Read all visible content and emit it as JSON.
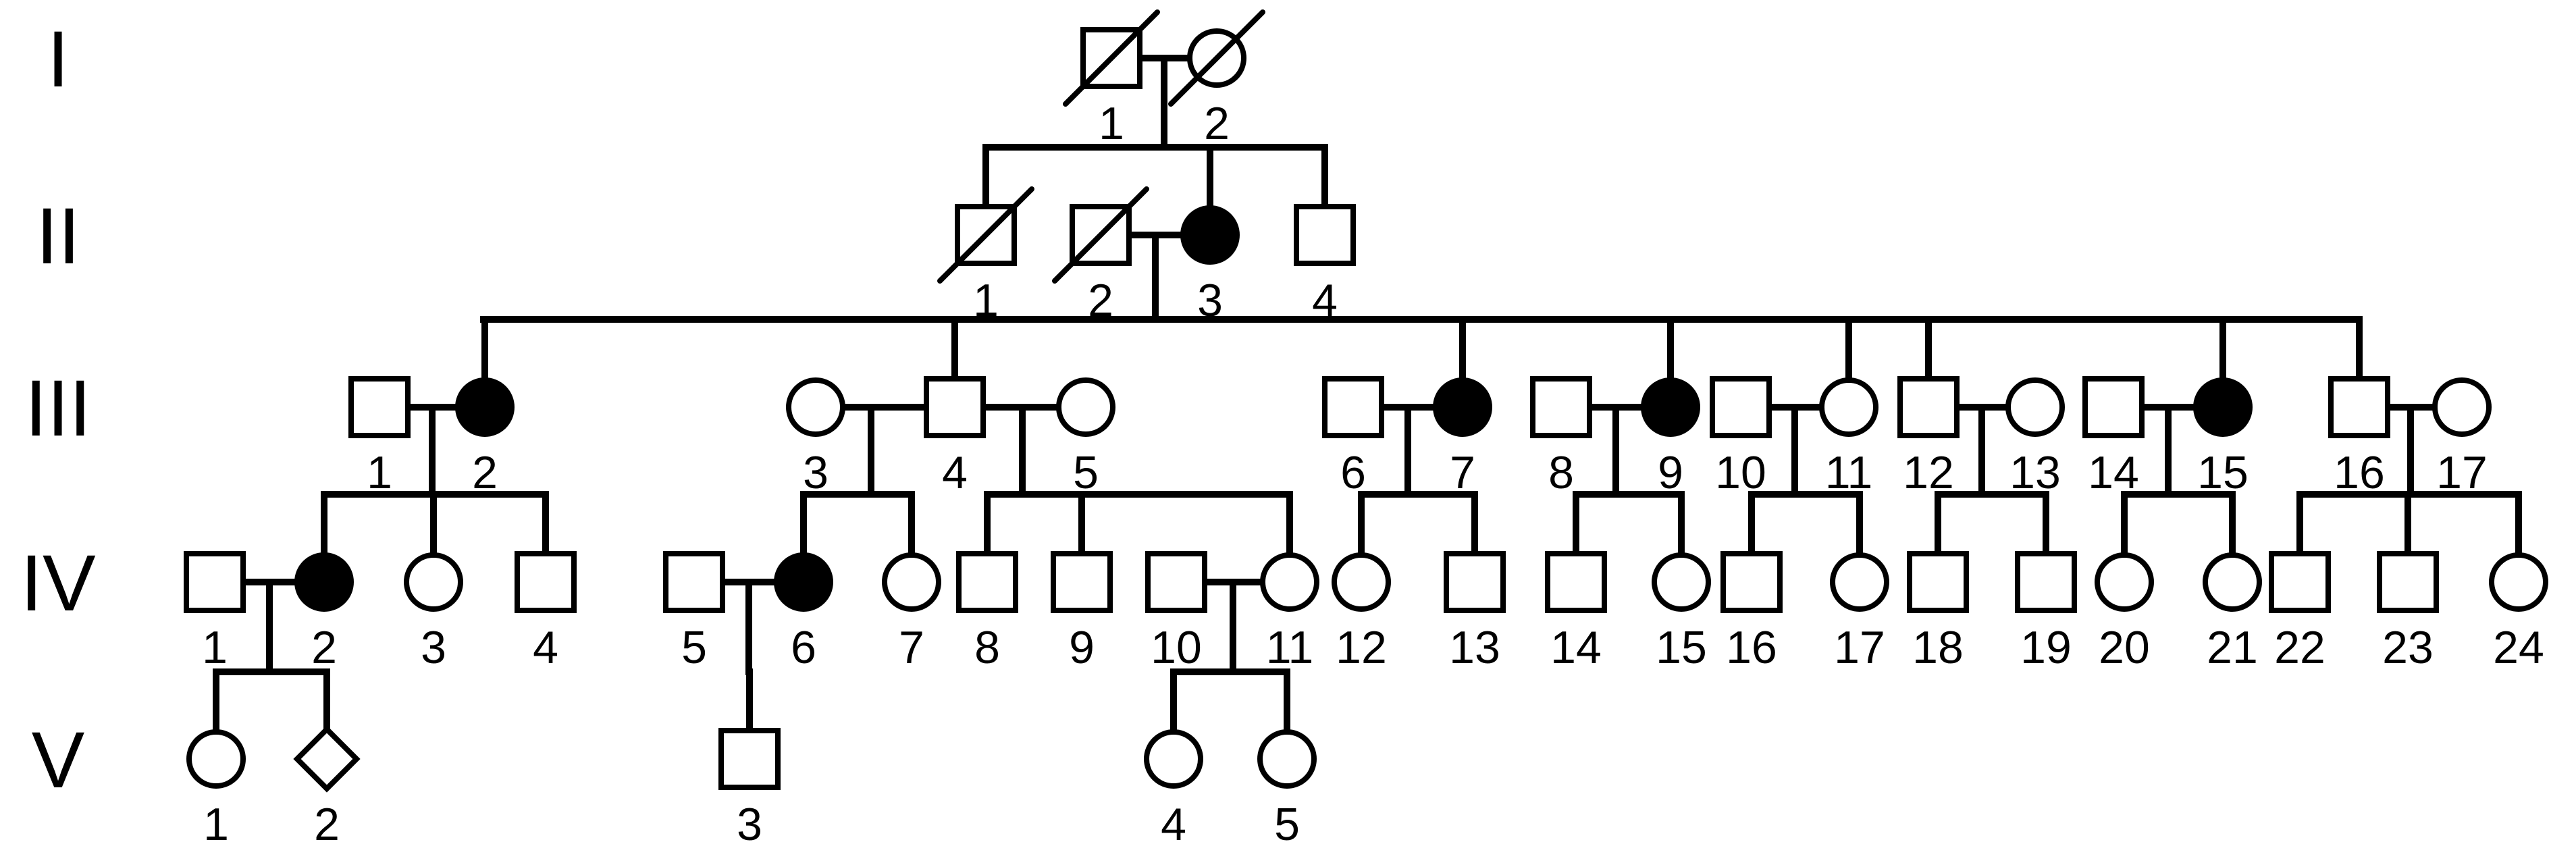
{
  "generations": [
    "I",
    "II",
    "III",
    "IV",
    "V"
  ],
  "individuals": [
    {
      "id": "I-1",
      "gen": 0,
      "label": "1",
      "sex": "male",
      "affected": false,
      "deceased": true
    },
    {
      "id": "I-2",
      "gen": 0,
      "label": "2",
      "sex": "female",
      "affected": false,
      "deceased": true
    },
    {
      "id": "II-1",
      "gen": 1,
      "label": "1",
      "sex": "male",
      "affected": false,
      "deceased": true
    },
    {
      "id": "II-2",
      "gen": 1,
      "label": "2",
      "sex": "male",
      "affected": false,
      "deceased": true
    },
    {
      "id": "II-3",
      "gen": 1,
      "label": "3",
      "sex": "female",
      "affected": true,
      "deceased": false
    },
    {
      "id": "II-4",
      "gen": 1,
      "label": "4",
      "sex": "male",
      "affected": false,
      "deceased": false
    },
    {
      "id": "III-1",
      "gen": 2,
      "label": "1",
      "sex": "male",
      "affected": false
    },
    {
      "id": "III-2",
      "gen": 2,
      "label": "2",
      "sex": "female",
      "affected": true
    },
    {
      "id": "III-3",
      "gen": 2,
      "label": "3",
      "sex": "female",
      "affected": false
    },
    {
      "id": "III-4",
      "gen": 2,
      "label": "4",
      "sex": "male",
      "affected": false
    },
    {
      "id": "III-5",
      "gen": 2,
      "label": "5",
      "sex": "female",
      "affected": false
    },
    {
      "id": "III-6",
      "gen": 2,
      "label": "6",
      "sex": "male",
      "affected": false
    },
    {
      "id": "III-7",
      "gen": 2,
      "label": "7",
      "sex": "female",
      "affected": true
    },
    {
      "id": "III-8",
      "gen": 2,
      "label": "8",
      "sex": "male",
      "affected": false
    },
    {
      "id": "III-9",
      "gen": 2,
      "label": "9",
      "sex": "female",
      "affected": true
    },
    {
      "id": "III-10",
      "gen": 2,
      "label": "10",
      "sex": "male",
      "affected": false
    },
    {
      "id": "III-11",
      "gen": 2,
      "label": "11",
      "sex": "female",
      "affected": false
    },
    {
      "id": "III-12",
      "gen": 2,
      "label": "12",
      "sex": "male",
      "affected": false
    },
    {
      "id": "III-13",
      "gen": 2,
      "label": "13",
      "sex": "female",
      "affected": false
    },
    {
      "id": "III-14",
      "gen": 2,
      "label": "14",
      "sex": "male",
      "affected": false
    },
    {
      "id": "III-15",
      "gen": 2,
      "label": "15",
      "sex": "female",
      "affected": true
    },
    {
      "id": "III-16",
      "gen": 2,
      "label": "16",
      "sex": "male",
      "affected": false
    },
    {
      "id": "III-17",
      "gen": 2,
      "label": "17",
      "sex": "female",
      "affected": false
    },
    {
      "id": "IV-1",
      "gen": 3,
      "label": "1",
      "sex": "male",
      "affected": false
    },
    {
      "id": "IV-2",
      "gen": 3,
      "label": "2",
      "sex": "female",
      "affected": true
    },
    {
      "id": "IV-3",
      "gen": 3,
      "label": "3",
      "sex": "female",
      "affected": false
    },
    {
      "id": "IV-4",
      "gen": 3,
      "label": "4",
      "sex": "male",
      "affected": false
    },
    {
      "id": "IV-5",
      "gen": 3,
      "label": "5",
      "sex": "male",
      "affected": false
    },
    {
      "id": "IV-6",
      "gen": 3,
      "label": "6",
      "sex": "female",
      "affected": true
    },
    {
      "id": "IV-7",
      "gen": 3,
      "label": "7",
      "sex": "female",
      "affected": false
    },
    {
      "id": "IV-8",
      "gen": 3,
      "label": "8",
      "sex": "male",
      "affected": false
    },
    {
      "id": "IV-9",
      "gen": 3,
      "label": "9",
      "sex": "male",
      "affected": false
    },
    {
      "id": "IV-10",
      "gen": 3,
      "label": "10",
      "sex": "male",
      "affected": false
    },
    {
      "id": "IV-11",
      "gen": 3,
      "label": "11",
      "sex": "female",
      "affected": false
    },
    {
      "id": "IV-12",
      "gen": 3,
      "label": "12",
      "sex": "female",
      "affected": false
    },
    {
      "id": "IV-13",
      "gen": 3,
      "label": "13",
      "sex": "male",
      "affected": false
    },
    {
      "id": "IV-14",
      "gen": 3,
      "label": "14",
      "sex": "male",
      "affected": false
    },
    {
      "id": "IV-15",
      "gen": 3,
      "label": "15",
      "sex": "female",
      "affected": false
    },
    {
      "id": "IV-16",
      "gen": 3,
      "label": "16",
      "sex": "male",
      "affected": false
    },
    {
      "id": "IV-17",
      "gen": 3,
      "label": "17",
      "sex": "female",
      "affected": false
    },
    {
      "id": "IV-18",
      "gen": 3,
      "label": "18",
      "sex": "male",
      "affected": false
    },
    {
      "id": "IV-19",
      "gen": 3,
      "label": "19",
      "sex": "male",
      "affected": false
    },
    {
      "id": "IV-20",
      "gen": 3,
      "label": "20",
      "sex": "female",
      "affected": false
    },
    {
      "id": "IV-21",
      "gen": 3,
      "label": "21",
      "sex": "female",
      "affected": false
    },
    {
      "id": "IV-22",
      "gen": 3,
      "label": "22",
      "sex": "male",
      "affected": false
    },
    {
      "id": "IV-23",
      "gen": 3,
      "label": "23",
      "sex": "male",
      "affected": false
    },
    {
      "id": "IV-24",
      "gen": 3,
      "label": "24",
      "sex": "female",
      "affected": false
    },
    {
      "id": "V-1",
      "gen": 4,
      "label": "1",
      "sex": "female",
      "affected": false
    },
    {
      "id": "V-2",
      "gen": 4,
      "label": "2",
      "sex": "unknown",
      "affected": false
    },
    {
      "id": "V-3",
      "gen": 4,
      "label": "3",
      "sex": "male",
      "affected": false
    },
    {
      "id": "V-4",
      "gen": 4,
      "label": "4",
      "sex": "female",
      "affected": false
    },
    {
      "id": "V-5",
      "gen": 4,
      "label": "5",
      "sex": "female",
      "affected": false
    }
  ],
  "couples": [
    {
      "partners": [
        "I-1",
        "I-2"
      ],
      "children": [
        "II-1",
        "II-3",
        "II-4"
      ]
    },
    {
      "partners": [
        "II-2",
        "II-3"
      ],
      "children": [
        "III-2",
        "III-4",
        "III-7",
        "III-9",
        "III-11",
        "III-12",
        "III-15",
        "III-16"
      ]
    },
    {
      "partners": [
        "III-1",
        "III-2"
      ],
      "children": [
        "IV-2",
        "IV-3",
        "IV-4"
      ]
    },
    {
      "partners": [
        "III-3",
        "III-4"
      ],
      "children": [
        "IV-6",
        "IV-7"
      ]
    },
    {
      "partners": [
        "III-4",
        "III-5"
      ],
      "children": [
        "IV-8",
        "IV-9",
        "IV-11"
      ]
    },
    {
      "partners": [
        "III-6",
        "III-7"
      ],
      "children": [
        "IV-12",
        "IV-13"
      ]
    },
    {
      "partners": [
        "III-8",
        "III-9"
      ],
      "children": [
        "IV-14",
        "IV-15"
      ]
    },
    {
      "partners": [
        "III-10",
        "III-11"
      ],
      "children": [
        "IV-16",
        "IV-17"
      ]
    },
    {
      "partners": [
        "III-12",
        "III-13"
      ],
      "children": [
        "IV-18",
        "IV-19"
      ]
    },
    {
      "partners": [
        "III-14",
        "III-15"
      ],
      "children": [
        "IV-20",
        "IV-21"
      ]
    },
    {
      "partners": [
        "III-16",
        "III-17"
      ],
      "children": [
        "IV-22",
        "IV-23",
        "IV-24"
      ]
    },
    {
      "partners": [
        "IV-1",
        "IV-2"
      ],
      "children": [
        "V-1",
        "V-2"
      ]
    },
    {
      "partners": [
        "IV-5",
        "IV-6"
      ],
      "children": [
        "V-3"
      ]
    },
    {
      "partners": [
        "IV-10",
        "IV-11"
      ],
      "children": [
        "V-4",
        "V-5"
      ]
    }
  ]
}
